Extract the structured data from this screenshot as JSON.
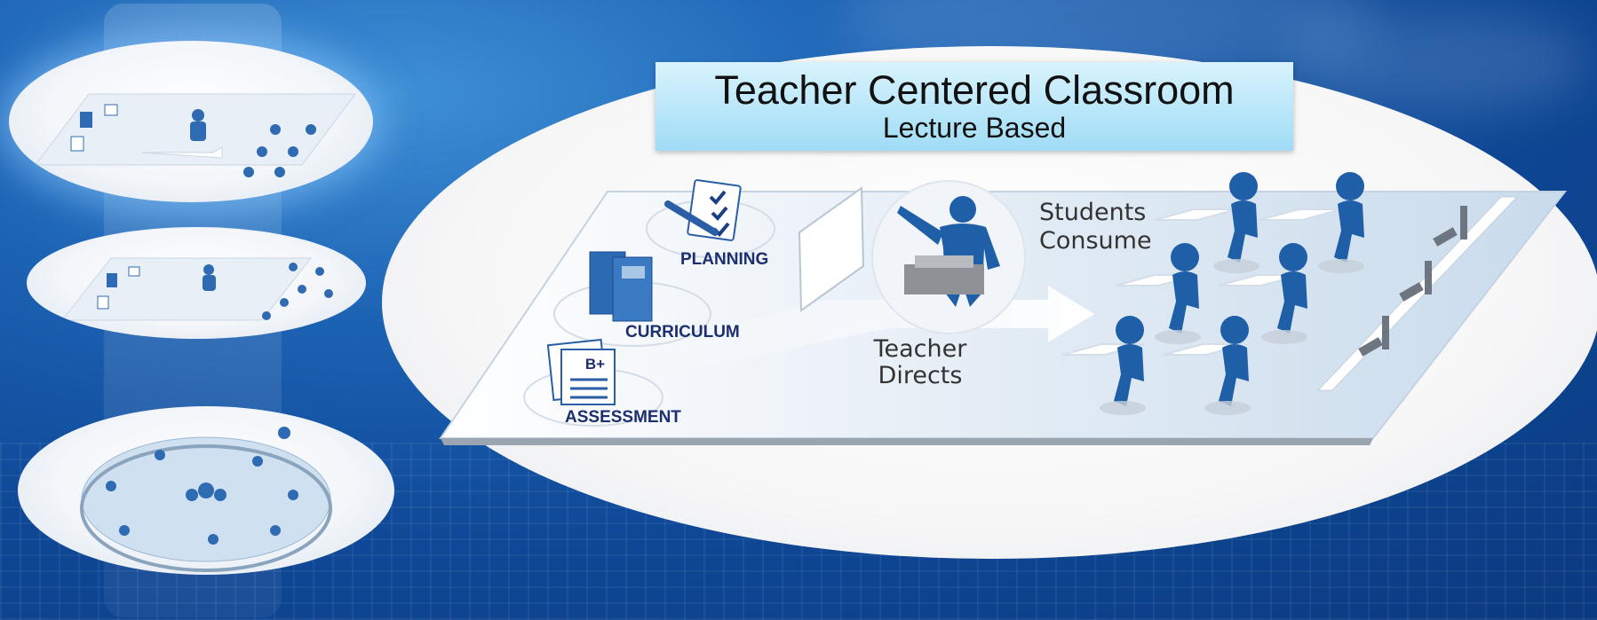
{
  "title": "Teacher Centered Classroom",
  "subtitle": "Lecture Based",
  "labels": {
    "planning": "PLANNING",
    "curriculum": "CURRICULUM",
    "assessment": "ASSESSMENT",
    "teacher_directs_1": "Teacher",
    "teacher_directs_2": "Directs",
    "students_consume_1": "Students",
    "students_consume_2": "Consume",
    "grade": "B+"
  },
  "thumbnails": [
    {
      "name": "teacher-centered",
      "active": true
    },
    {
      "name": "student-collaborative",
      "active": false
    },
    {
      "name": "student-centered",
      "active": false
    }
  ],
  "colors": {
    "figure_blue": "#1f5fa8",
    "label_navy": "#1c2f6e",
    "title_box": "#aee3f7",
    "background": "#0f4897"
  }
}
